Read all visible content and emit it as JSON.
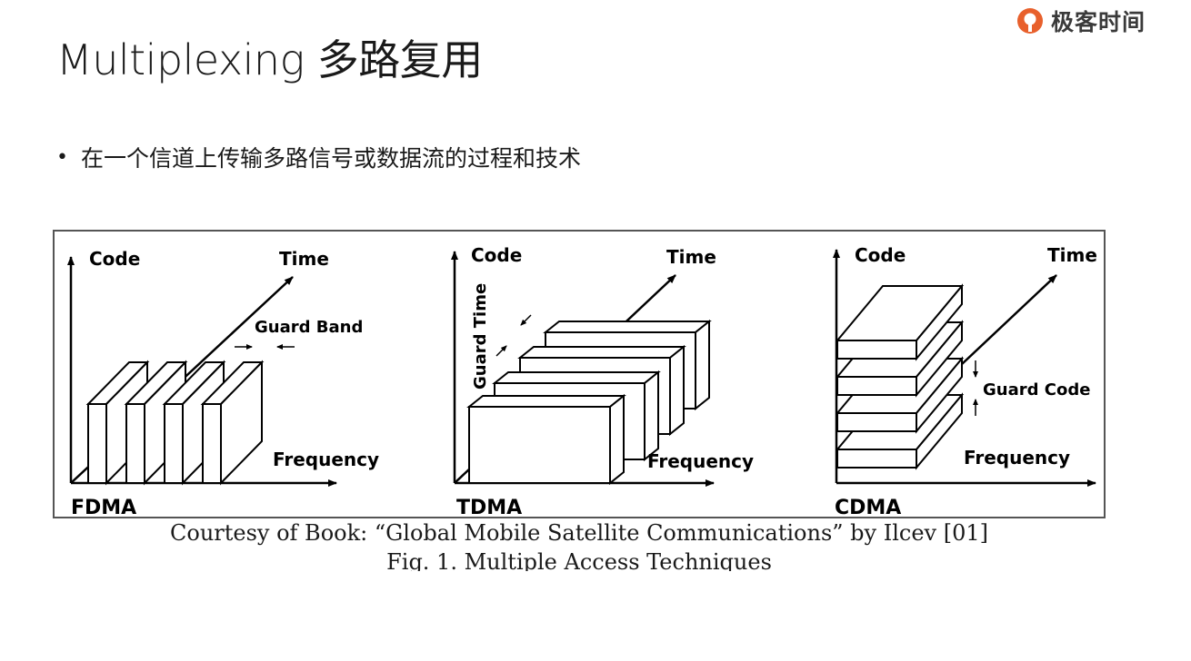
{
  "slide": {
    "title": "Multiplexing 多路复用",
    "bullet": "在一个信道上传输多路信号或数据流的过程和技术"
  },
  "logo": {
    "text": "极客时间",
    "accent": "#e8602c"
  },
  "figure": {
    "fdma": {
      "code": "Code",
      "time": "Time",
      "guard": "Guard Band",
      "frequency": "Frequency",
      "name": "FDMA"
    },
    "tdma": {
      "code": "Code",
      "time": "Time",
      "guard": "Guard Time",
      "frequency": "Frequency",
      "name": "TDMA"
    },
    "cdma": {
      "code": "Code",
      "time": "Time",
      "guard": "Guard Code",
      "frequency": "Frequency",
      "name": "CDMA"
    },
    "courtesy": "Courtesy of Book: “Global Mobile Satellite Communications” by Ilcev [01]",
    "fig_caption": "Fig. 1. Multiple Access Techniques"
  }
}
